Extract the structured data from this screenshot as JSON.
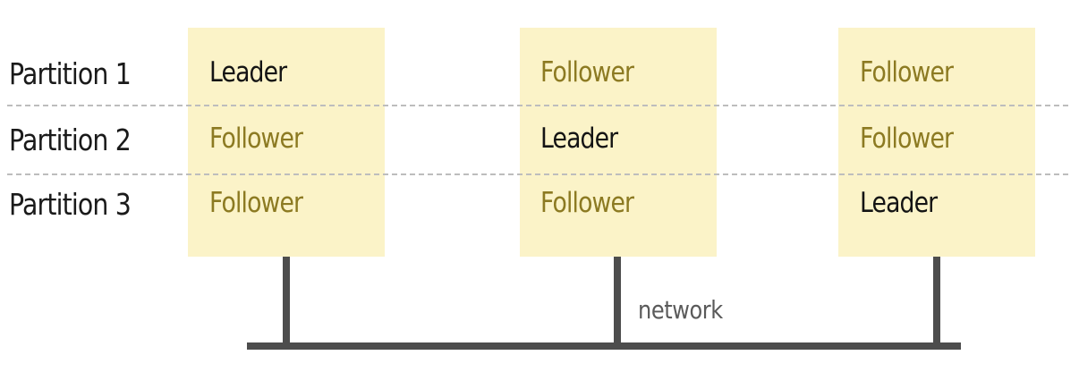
{
  "partitions": [
    {
      "label": "Partition 1",
      "roles": [
        "Leader",
        "Follower",
        "Follower"
      ]
    },
    {
      "label": "Partition 2",
      "roles": [
        "Follower",
        "Leader",
        "Follower"
      ]
    },
    {
      "label": "Partition 3",
      "roles": [
        "Follower",
        "Follower",
        "Leader"
      ]
    }
  ],
  "network_label": "network",
  "colors": {
    "node_fill": "#fbf3c8",
    "leader_text": "#141414",
    "follower_text": "#8c7a22",
    "wire": "#4d4d4d",
    "divider": "#bdbdbd"
  }
}
